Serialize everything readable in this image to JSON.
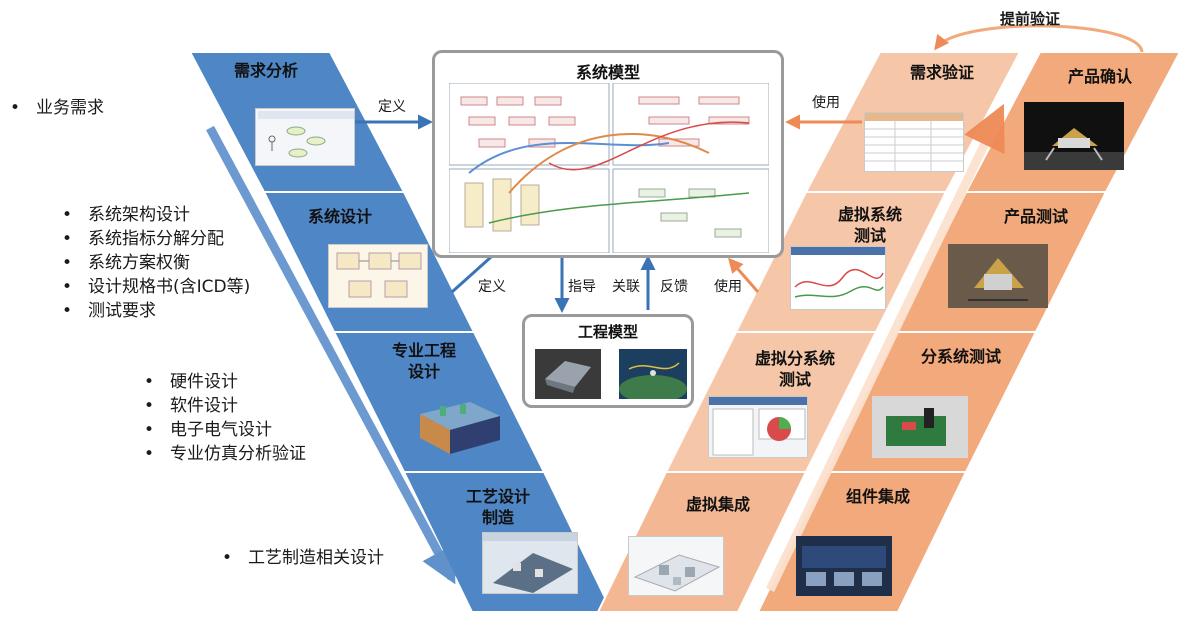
{
  "left_bullets": {
    "group1": [
      "业务需求"
    ],
    "group2": [
      "系统架构设计",
      "系统指标分解分配",
      "系统方案权衡",
      "设计规格书(含ICD等)",
      "测试要求"
    ],
    "group3": [
      "硬件设计",
      "软件设计",
      "电子电气设计",
      "专业仿真分析验证"
    ],
    "group4": [
      "工艺制造相关设计"
    ]
  },
  "left_v": {
    "sections": [
      "需求分析",
      "系统设计",
      "专业工程\n设计",
      "工艺设计\n制造"
    ],
    "color": "#4f86c6"
  },
  "right_inner": {
    "sections": [
      "需求验证",
      "虚拟系统\n测试",
      "虚拟分系统\n测试",
      "虚拟集成"
    ],
    "color": "#f5c6a7"
  },
  "right_outer": {
    "sections": [
      "产品确认",
      "产品测试",
      "分系统测试",
      "组件集成"
    ],
    "color": "#f2aa7c"
  },
  "center": {
    "system_model_title": "系统模型",
    "engineering_model_title": "工程模型"
  },
  "arrow_labels": {
    "define_top": "定义",
    "define_mid": "定义",
    "guide": "指导",
    "relate": "关联",
    "feedback": "反馈",
    "use_top": "使用",
    "use_mid": "使用",
    "early_verify": "提前验证"
  },
  "colors": {
    "blue_arrow": "#3a74b6",
    "orange_arrow": "#ee8a55",
    "box_border": "#9a9a9a"
  }
}
